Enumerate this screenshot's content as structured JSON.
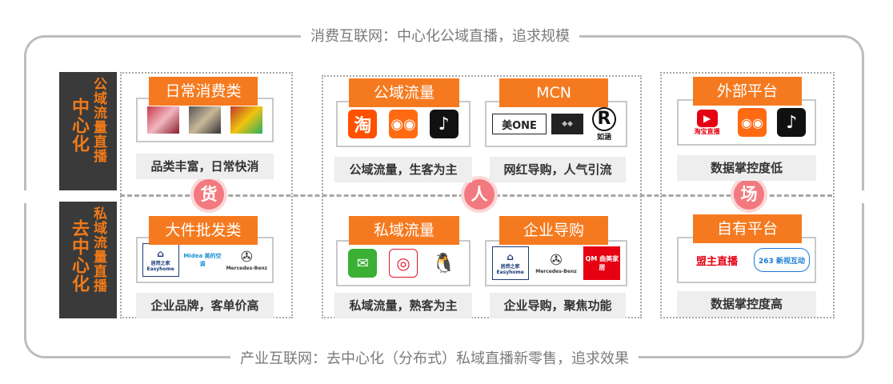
{
  "top_caption": "消费互联网：中心化公域直播，追求规模",
  "bottom_caption": "产业互联网：去中心化（分布式）私域直播新零售，追求效果",
  "left_top": {
    "title": "中心化",
    "subtitle": "公域流量直播"
  },
  "left_bottom": {
    "title": "去中心化",
    "subtitle": "私域流量直播"
  },
  "circles": {
    "goods": "货",
    "people": "人",
    "place": "场"
  },
  "goods": {
    "top": {
      "label": "日常消费类",
      "desc": "品类丰富，日常快消"
    },
    "bottom": {
      "label": "大件批发类",
      "desc": "企业品牌，客单价高",
      "logos": [
        "居然之家 Easyhome",
        "Midea 美的空调",
        "Mercedes-Benz"
      ]
    }
  },
  "people": {
    "top_left": {
      "label": "公域流量",
      "desc": "公域流量，生客为主",
      "logos": [
        "淘"
      ]
    },
    "top_right": {
      "label": "MCN",
      "desc": "网红导购，人气引流",
      "logos": [
        "美ONE",
        "如涵"
      ]
    },
    "bottom_left": {
      "label": "私域流量",
      "desc": "私域流量，熟客为主"
    },
    "bottom_right": {
      "label": "企业导购",
      "desc": "企业导购，聚焦功能",
      "logos": [
        "居然之家 Easyhome",
        "Mercedes-Benz",
        "QM 曲美家居"
      ]
    }
  },
  "place": {
    "top": {
      "label": "外部平台",
      "desc": "数据掌控度低",
      "logos": [
        "淘宝直播"
      ]
    },
    "bottom": {
      "label": "自有平台",
      "desc": "数据掌控度高",
      "logos": [
        "盟主直播",
        "263 新视互动"
      ]
    }
  },
  "colors": {
    "accent": "#f57a1f",
    "circle": "#f2797f",
    "dark": "#3a3a3a",
    "border": "#bdbdbd"
  }
}
